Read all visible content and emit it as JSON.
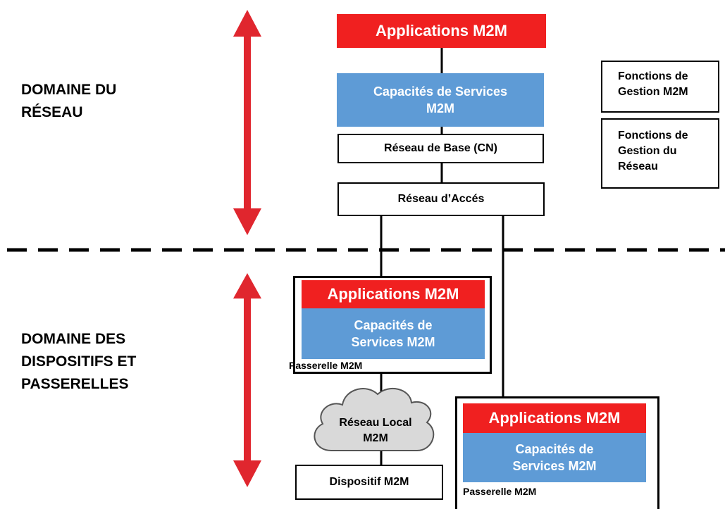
{
  "domains": {
    "network": [
      "DOMAINE DU",
      "RÉSEAU"
    ],
    "devices": [
      "DOMAINE DES",
      "DISPOSITIFS ET",
      "PASSERELLES"
    ]
  },
  "network_stack": {
    "applications": "Applications M2M",
    "service_capabilities": [
      "Capacités de Services",
      "M2M"
    ],
    "core_network": "Réseau de Base (CN)",
    "access_network": "Réseau d’Accés"
  },
  "management": {
    "m2m_functions": [
      "Fonctions de",
      "Gestion M2M"
    ],
    "network_functions": [
      "Fonctions de",
      "Gestion du",
      "Réseau"
    ]
  },
  "gateway_1": {
    "applications": "Applications M2M",
    "service_capabilities": [
      "Capacités de",
      "Services M2M"
    ],
    "label": "Passerelle M2M"
  },
  "gateway_2": {
    "applications": "Applications M2M",
    "service_capabilities": [
      "Capacités de",
      "Services M2M"
    ],
    "label": "Passerelle M2M"
  },
  "local_network": [
    "Réseau Local",
    "M2M"
  ],
  "device": "Dispositif M2M",
  "colors": {
    "arrow": "#e0262e",
    "applications": "#f02020",
    "capabilities": "#5e9bd6",
    "cloud": "#d9d9d9"
  }
}
